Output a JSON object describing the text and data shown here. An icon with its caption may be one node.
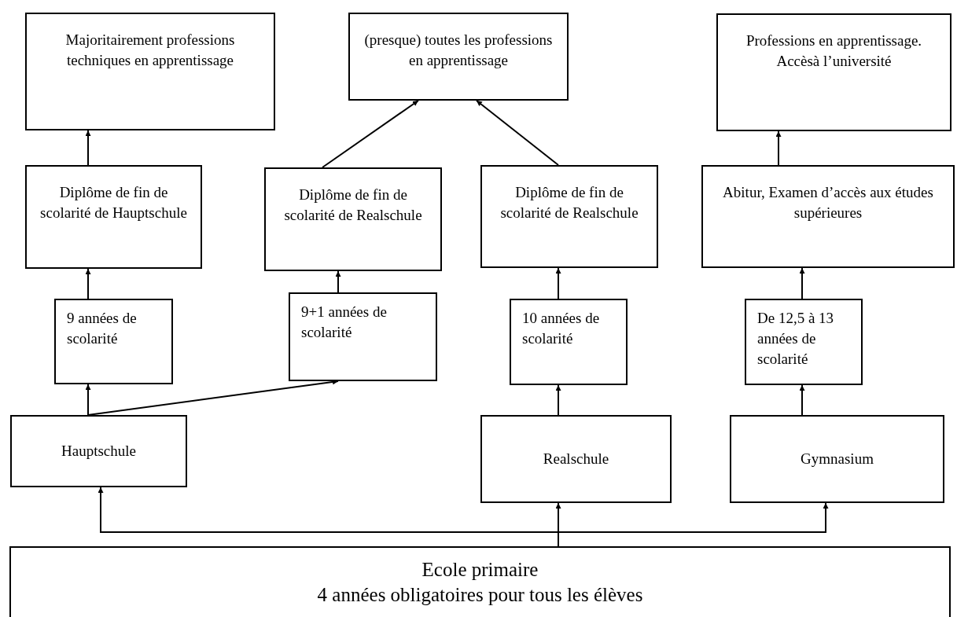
{
  "diagram": {
    "nodes": [
      {
        "text": [
          "Majoritairement professions techniques en apprentissage"
        ]
      },
      {
        "text": [
          "(presque) toutes les professions en apprentissage"
        ]
      },
      {
        "text": [
          "Professions en apprentissage. Accèsà l’université"
        ]
      },
      {
        "text": [
          "Diplôme de fin de scolarité de Hauptschule"
        ]
      },
      {
        "text": [
          "Diplôme de fin de scolarité de Realschule"
        ]
      },
      {
        "text": [
          "Diplôme de fin de scolarité de Realschule"
        ]
      },
      {
        "text": [
          "Abitur, Examen d’accès aux études supérieures"
        ]
      },
      {
        "text": [
          "9 années de scolarité"
        ]
      },
      {
        "text": [
          "9+1 années de scolarité"
        ]
      },
      {
        "text": [
          "10 années de scolarité"
        ]
      },
      {
        "text": [
          "De 12,5 à 13 années de scolarité"
        ]
      },
      {
        "text": [
          "Hauptschule"
        ]
      },
      {
        "text": [
          "Realschule"
        ]
      },
      {
        "text": [
          "Gymnasium"
        ]
      },
      {
        "text": [
          "Ecole primaire",
          "4 années obligatoires pour tous les élèves"
        ]
      }
    ],
    "edges": [
      {
        "from": 3,
        "to": 0,
        "arrow": "to"
      },
      {
        "from": 4,
        "to": 1,
        "arrow": "to"
      },
      {
        "from": 5,
        "to": 1,
        "arrow": "to"
      },
      {
        "from": 6,
        "to": 2,
        "arrow": "to"
      },
      {
        "from": 7,
        "to": 3,
        "arrow": "to"
      },
      {
        "from": 8,
        "to": 4,
        "arrow": "to"
      },
      {
        "from": 9,
        "to": 5,
        "arrow": "to"
      },
      {
        "from": 10,
        "to": 6,
        "arrow": "to"
      },
      {
        "from": 11,
        "to": 7,
        "arrow": "to"
      },
      {
        "from": 11,
        "to": 8,
        "arrow": "to"
      },
      {
        "from": 12,
        "to": 9,
        "arrow": "to"
      },
      {
        "from": 13,
        "to": 10,
        "arrow": "to"
      },
      {
        "from": 14,
        "to": 11,
        "arrow": "to"
      },
      {
        "from": 14,
        "to": 12,
        "arrow": "to"
      },
      {
        "from": 14,
        "to": 13,
        "arrow": "to"
      }
    ]
  }
}
